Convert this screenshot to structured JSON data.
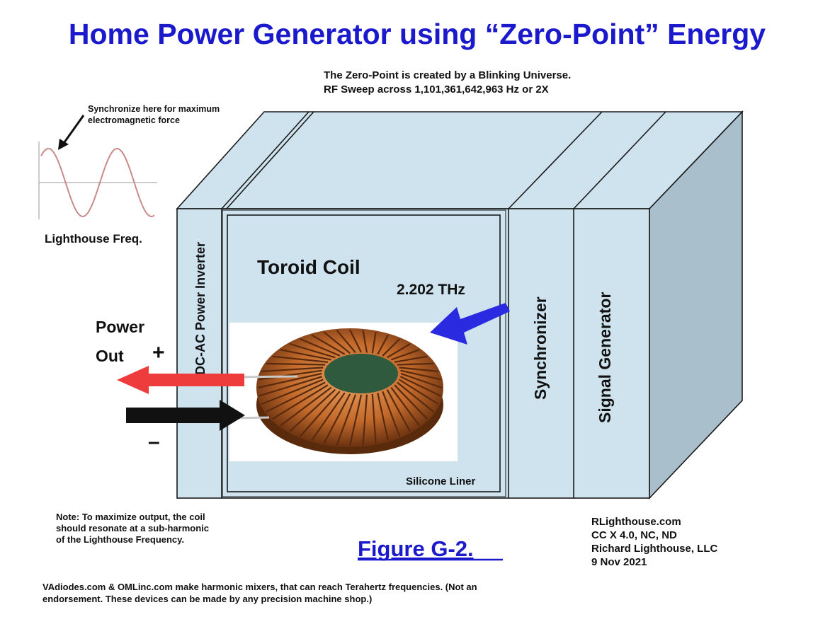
{
  "title": "Home Power Generator using “Zero-Point” Energy",
  "subtitle": {
    "line1": "The Zero-Point is created by a Blinking Universe.",
    "line2": "RF Sweep across 1,101,361,642,963 Hz  or 2X"
  },
  "wave": {
    "annotation_line1": "Synchronize here for maximum",
    "annotation_line2": "electromagnetic force",
    "label": "Lighthouse Freq.",
    "color": "#c98a8a"
  },
  "box": {
    "fill_color": "#cfe3ee",
    "side_color": "#a9bfcc",
    "stroke_color": "#1a1a1a",
    "inverter_label": "DC-AC Power Inverter",
    "coil_label": "Toroid Coil",
    "frequency_label": "2.202 THz",
    "liner_label": "Silicone Liner",
    "synchronizer_label": "Synchronizer",
    "signal_generator_label": "Signal  Generator"
  },
  "power": {
    "label_line1": "Power",
    "label_line2": "Out",
    "plus_sign": "+",
    "minus_sign": "–",
    "out_arrow_color": "#ee3b3b",
    "in_arrow_color": "#111111"
  },
  "input_arrow_color": "#2a2ae0",
  "coil_colors": {
    "copper": "#c36a2c",
    "copper_dark": "#5a2a0c",
    "core": "#2f5a3e"
  },
  "note": {
    "line1": "Note:  To maximize output, the coil",
    "line2": "should resonate at a sub-harmonic",
    "line3": "of the Lighthouse Frequency."
  },
  "figure_label": "Figure G-2.",
  "credits": {
    "line1": "RLighthouse.com",
    "line2": "CC X 4.0, NC, ND",
    "line3": "Richard Lighthouse, LLC",
    "line4": "9 Nov 2021"
  },
  "footer": {
    "line1": "VAdiodes.com & OMLinc.com make harmonic mixers, that can reach Terahertz frequencies.  (Not an",
    "line2": "endorsement.  These devices can be made by any precision machine shop.)"
  }
}
